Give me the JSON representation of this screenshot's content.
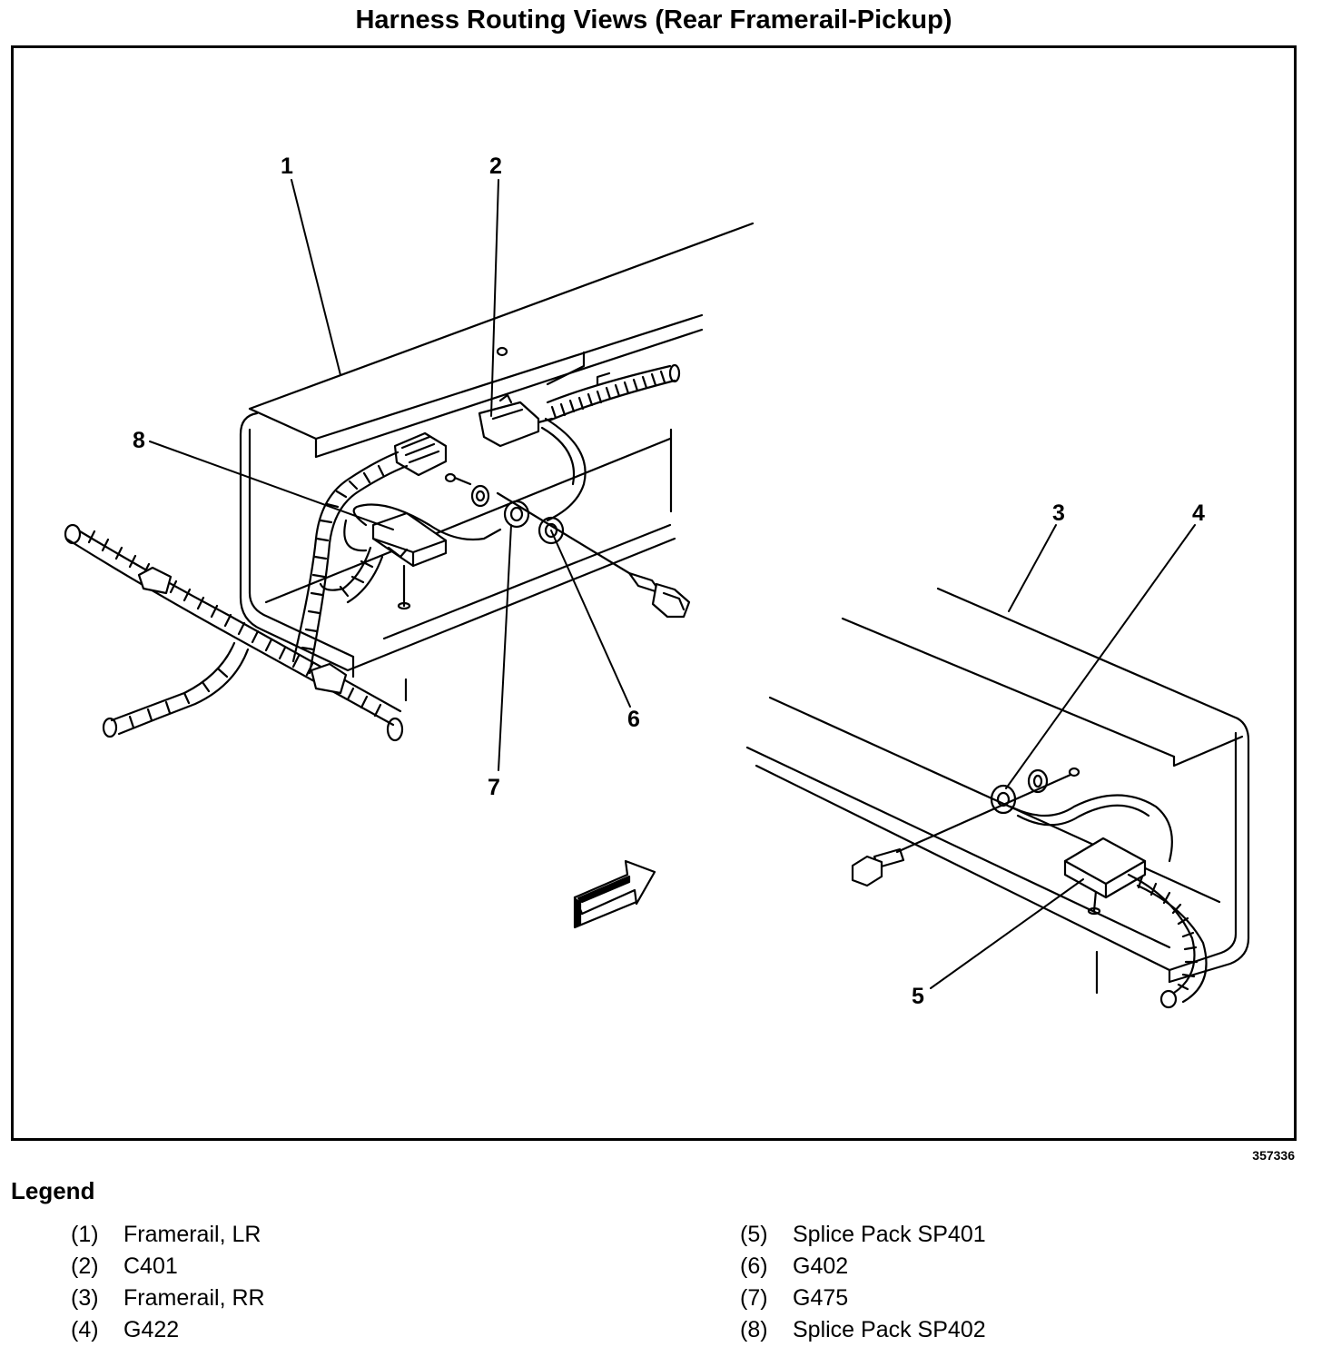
{
  "title": "Harness Routing Views (Rear Framerail-Pickup)",
  "figure_id": "357336",
  "callouts": [
    "1",
    "2",
    "3",
    "4",
    "5",
    "6",
    "7",
    "8"
  ],
  "legend": {
    "heading": "Legend",
    "items": [
      {
        "num": "(1)",
        "label": "Framerail, LR"
      },
      {
        "num": "(2)",
        "label": "C401"
      },
      {
        "num": "(3)",
        "label": "Framerail, RR"
      },
      {
        "num": "(4)",
        "label": "G422"
      },
      {
        "num": "(5)",
        "label": "Splice Pack SP401"
      },
      {
        "num": "(6)",
        "label": "G402"
      },
      {
        "num": "(7)",
        "label": "G475"
      },
      {
        "num": "(8)",
        "label": "Splice Pack SP402"
      }
    ]
  }
}
